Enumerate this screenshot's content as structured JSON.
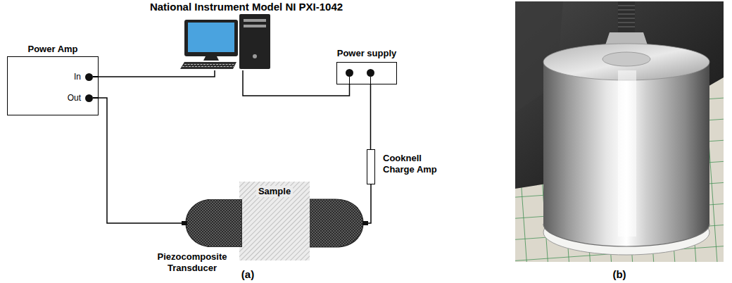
{
  "diagram": {
    "nodes": [
      {
        "text": [
          "National Instrument Model NI PXI-1042"
        ]
      },
      {
        "text": [
          "Power supply"
        ]
      },
      {
        "text": [
          "Power Amp",
          "In",
          "Out"
        ]
      },
      {
        "text": [
          "Cooknell Charge Amp"
        ]
      },
      {
        "text": [
          "Sample"
        ]
      },
      {
        "text": [
          "Piezocomposite Transducer"
        ]
      }
    ],
    "edges": [
      {
        "from": 0,
        "to": 2,
        "arrow": "none"
      },
      {
        "from": 0,
        "to": 1,
        "arrow": "none"
      },
      {
        "from": 1,
        "to": 3,
        "arrow": "none"
      },
      {
        "from": 2,
        "to": 5,
        "arrow": "none"
      }
    ],
    "labels": [
      "(a)",
      "(b)"
    ]
  }
}
